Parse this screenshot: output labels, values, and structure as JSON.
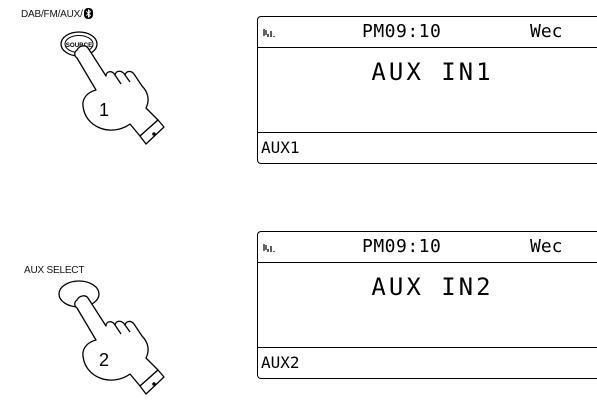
{
  "step1": {
    "button_label": "DAB/FM/AUX/",
    "button_face_text": "SOURCE",
    "step_number": "1",
    "display": {
      "time": "PM09:10",
      "day": "Wec",
      "main_text": "AUX IN1",
      "bottom_text": "AUX1"
    }
  },
  "step2": {
    "button_label": "AUX SELECT",
    "step_number": "2",
    "display": {
      "time": "PM09:10",
      "day": "Wec",
      "main_text": "AUX IN2",
      "bottom_text": "AUX2"
    }
  },
  "icons": {
    "bluetooth": "bluetooth-icon",
    "signal": "signal-strength-icon",
    "hand": "pointing-hand-icon"
  }
}
